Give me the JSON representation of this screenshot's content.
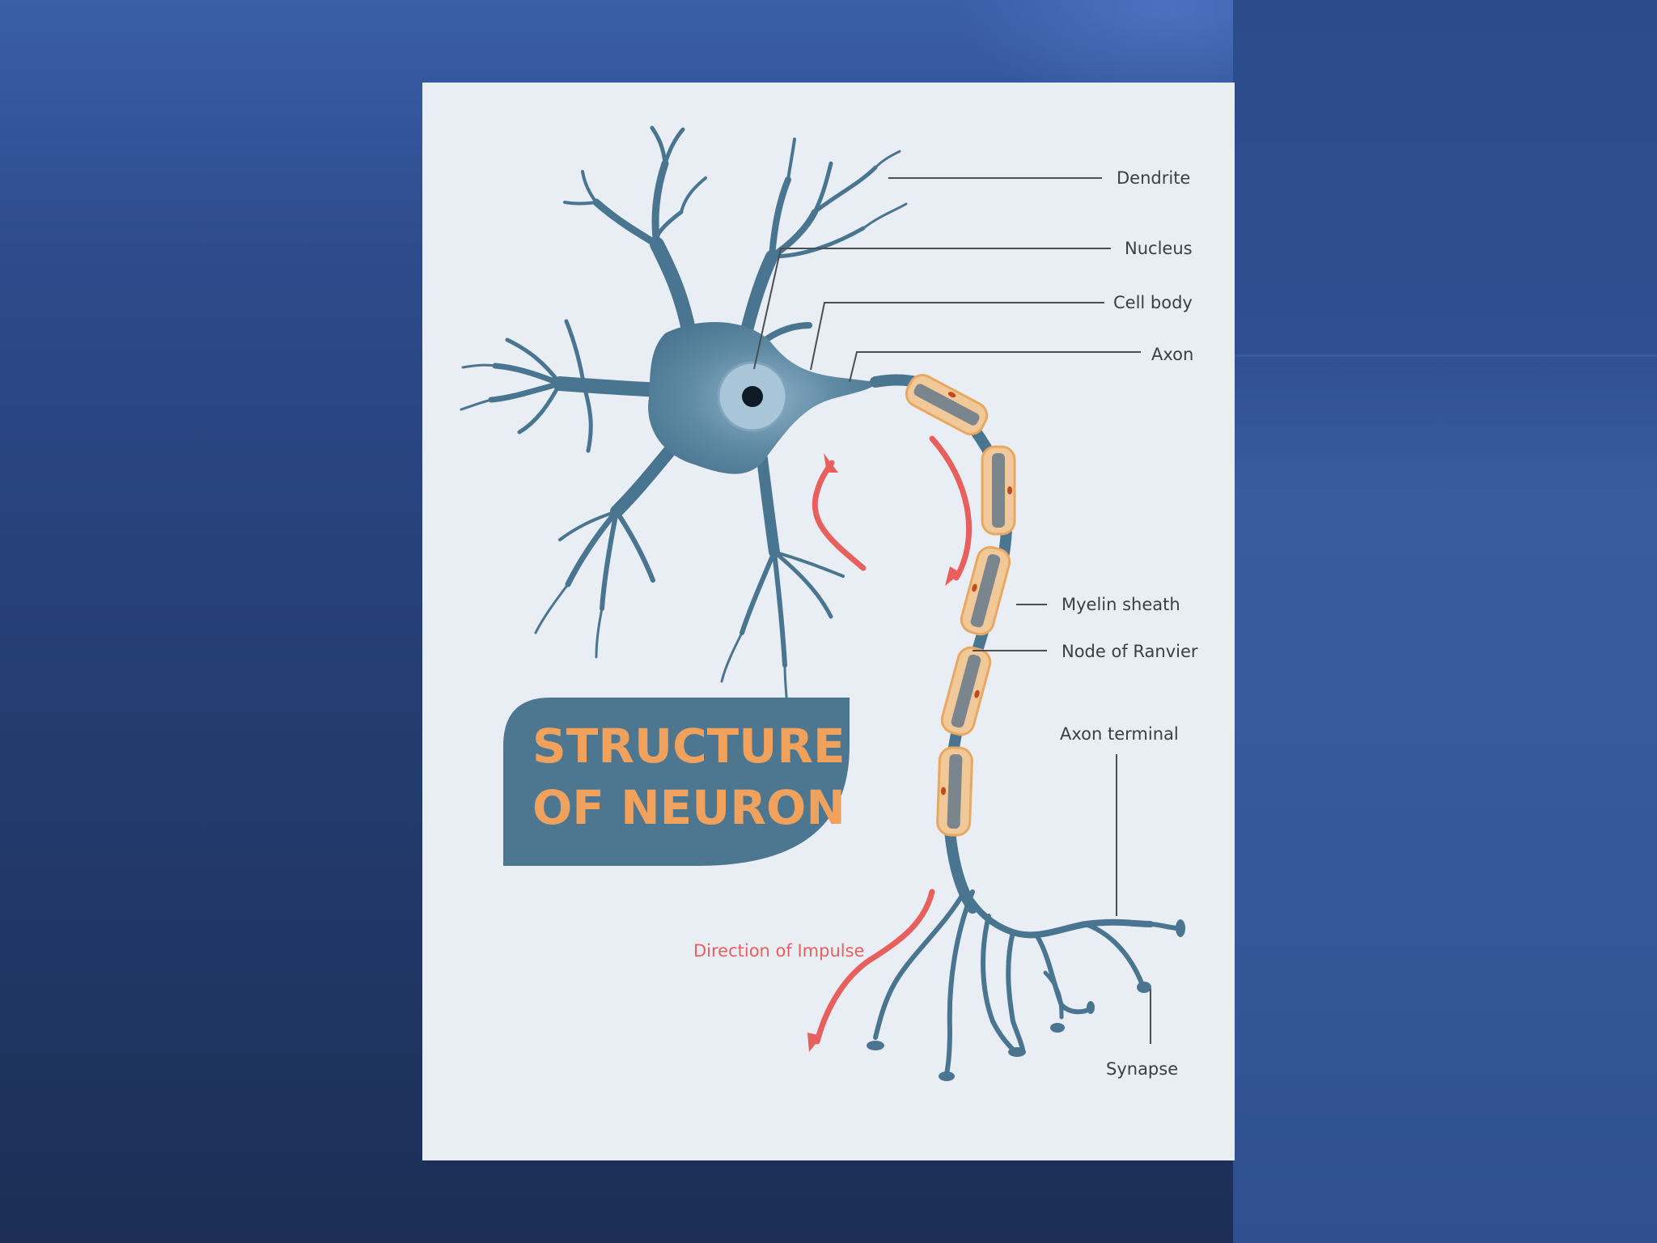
{
  "labels": {
    "dendrite": "Dendrite",
    "nucleus": "Nucleus",
    "cell_body": "Cell body",
    "axon": "Axon",
    "myelin_sheath": "Myelin sheath",
    "node_of_ranvier": "Node of Ranvier",
    "axon_terminal": "Axon terminal",
    "synapse": "Synapse",
    "direction": "Direction of Impulse"
  },
  "title": {
    "line1": "STRUCTURE",
    "line2": "OF NEURON"
  },
  "colors": {
    "neuron": "#4a7590",
    "myelin": "#f1c898",
    "myelin_border": "#e8a862",
    "axon_core": "#7a858e",
    "arrow": "#e8605e",
    "title_bg": "#4d7690",
    "title_text": "#f0a15c",
    "card_bg": "#e9eef5"
  }
}
